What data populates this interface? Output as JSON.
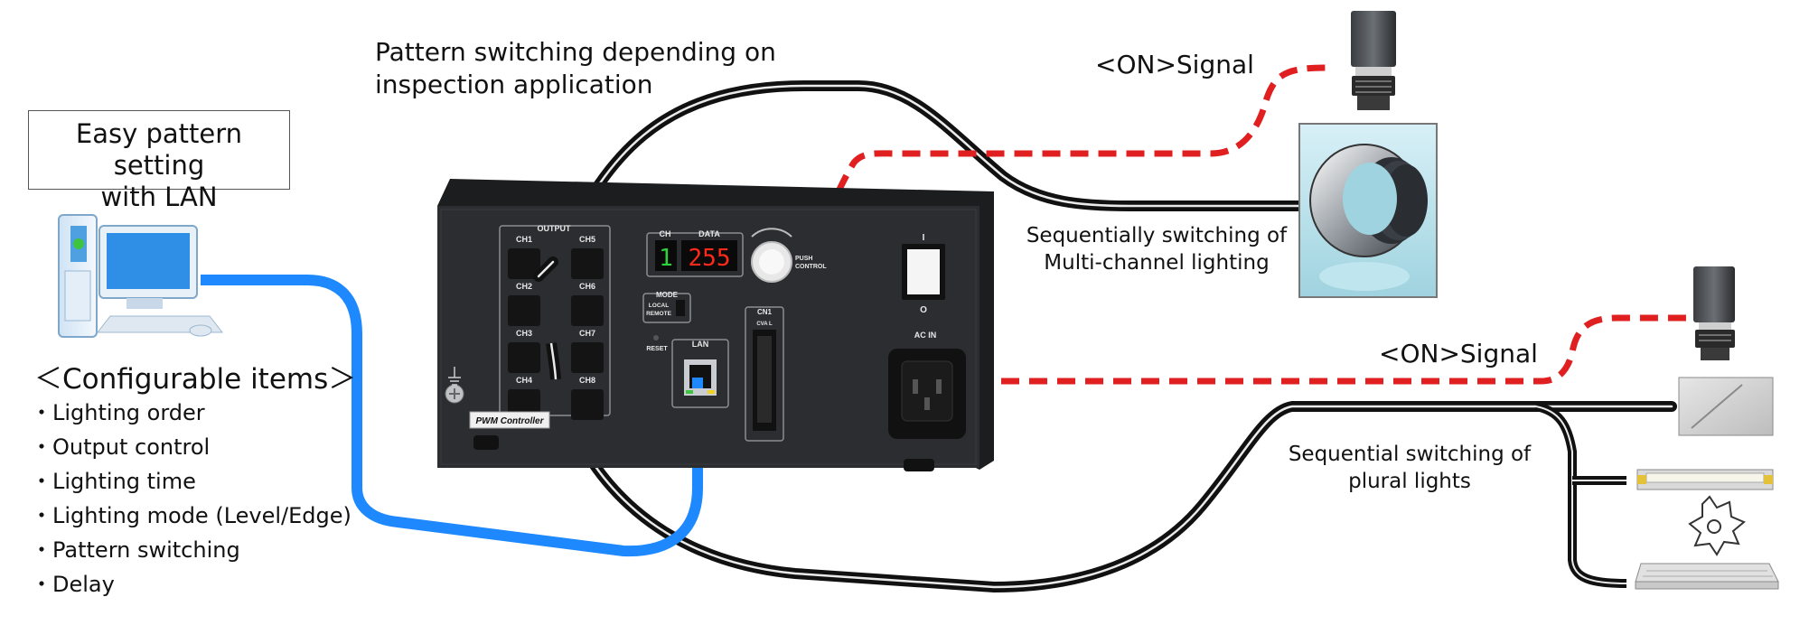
{
  "box": {
    "line1": "Easy pattern setting",
    "line2": "with LAN"
  },
  "configurable": {
    "title": "＜Configurable items＞",
    "items": [
      "Lighting order",
      "Output control",
      "Lighting time",
      "Lighting mode (Level/Edge)",
      "Pattern switching",
      "Delay"
    ]
  },
  "labels": {
    "pattern_switching_1": "Pattern switching depending on",
    "pattern_switching_2": "inspection application",
    "signal_top": "<ON>Signal",
    "signal_bottom": "<ON>Signal",
    "multi_1": "Sequentially switching of",
    "multi_2": "Multi-channel lighting",
    "plural_1": "Sequential switching of",
    "plural_2": "plural lights"
  },
  "controller": {
    "output_label": "OUTPUT",
    "channels": [
      "CH1",
      "CH2",
      "CH3",
      "CH4",
      "CH5",
      "CH6",
      "CH7",
      "CH8"
    ],
    "ch_label": "CH",
    "data_label": "DATA",
    "ch_value": "1",
    "data_value": "255",
    "push_label": "PUSH",
    "control_label": "CONTROL",
    "mode_label": "MODE",
    "local_label": "LOCAL",
    "remote_label": "REMOTE",
    "reset_label": "RESET",
    "lan_label": "LAN",
    "cn1_label": "CN1",
    "cn1_sub": "CVA L",
    "ac_in_label": "AC IN",
    "switch_on": "I",
    "switch_off": "O",
    "badge": "PWM Controller"
  },
  "colors": {
    "cable_black": "#111111",
    "cable_blue": "#1e88ff",
    "signal_red": "#e02020",
    "panel": "#2b2d30"
  }
}
